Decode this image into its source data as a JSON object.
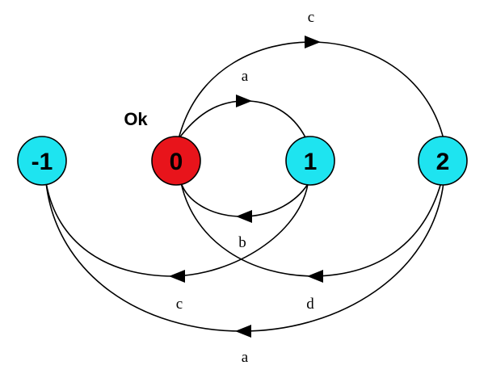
{
  "diagram": {
    "start_label": "Ok",
    "colors": {
      "node_default": "#1ee4f0",
      "node_start": "#e8141b",
      "stroke": "#000000"
    },
    "nodes": [
      {
        "id": "n_m1",
        "label": "-1",
        "kind": "normal"
      },
      {
        "id": "n_0",
        "label": "0",
        "kind": "start"
      },
      {
        "id": "n_1",
        "label": "1",
        "kind": "normal"
      },
      {
        "id": "n_2",
        "label": "2",
        "kind": "normal"
      }
    ],
    "edges": [
      {
        "id": "e_0_2_c",
        "from": "0",
        "to": "2",
        "label": "c"
      },
      {
        "id": "e_0_1_a",
        "from": "0",
        "to": "1",
        "label": "a"
      },
      {
        "id": "e_1_0_b",
        "from": "1",
        "to": "0",
        "label": "b"
      },
      {
        "id": "e_1_m1_c",
        "from": "1",
        "to": "-1",
        "label": "c"
      },
      {
        "id": "e_2_0_d",
        "from": "2",
        "to": "0",
        "label": "d"
      },
      {
        "id": "e_2_m1_a",
        "from": "2",
        "to": "-1",
        "label": "a"
      }
    ]
  }
}
